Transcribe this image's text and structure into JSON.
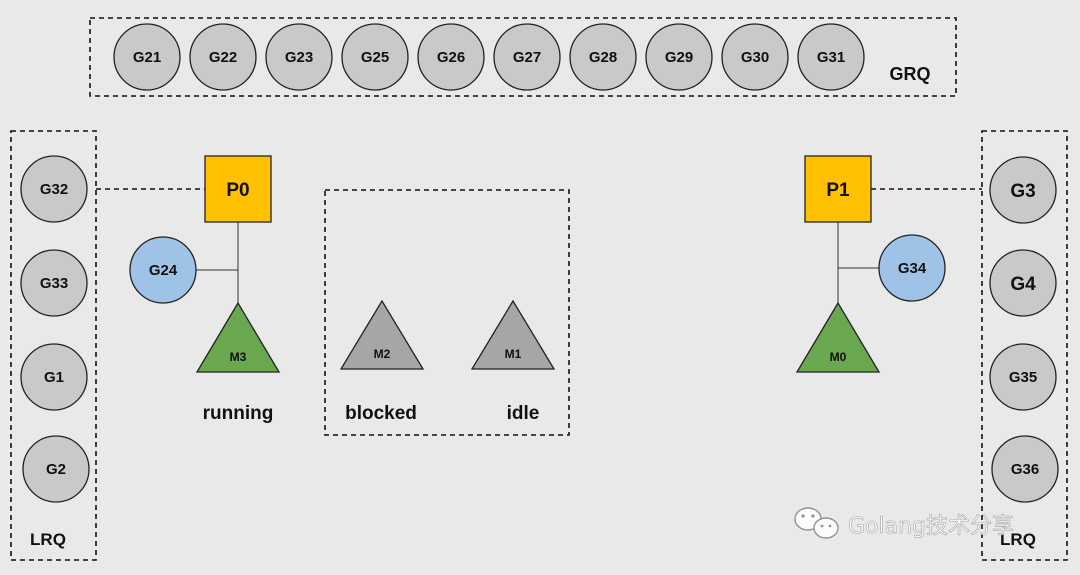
{
  "grq": {
    "label": "GRQ",
    "goroutines": [
      "G21",
      "G22",
      "G23",
      "G25",
      "G26",
      "G27",
      "G28",
      "G29",
      "G30",
      "G31"
    ]
  },
  "left": {
    "lrq_label": "LRQ",
    "lrq": [
      "G32",
      "G33",
      "G1",
      "G2"
    ],
    "processor": "P0",
    "running_goroutine": "G24",
    "machine": "M3",
    "state": "running"
  },
  "middle": {
    "blocked_machine": "M2",
    "blocked_label": "blocked",
    "idle_machine": "M1",
    "idle_label": "idle"
  },
  "right": {
    "lrq_label": "LRQ",
    "lrq": [
      "G3",
      "G4",
      "G35",
      "G36"
    ],
    "processor": "P1",
    "running_goroutine": "G34",
    "machine": "M0"
  },
  "watermark": "Golang技术分享",
  "colors": {
    "background": "#e9e9e9",
    "goroutine_gray": "#c9c9c9",
    "goroutine_blue": "#9fc3e6",
    "processor_yellow": "#ffc000",
    "machine_green": "#6aa84f",
    "machine_gray": "#a6a6a6"
  }
}
